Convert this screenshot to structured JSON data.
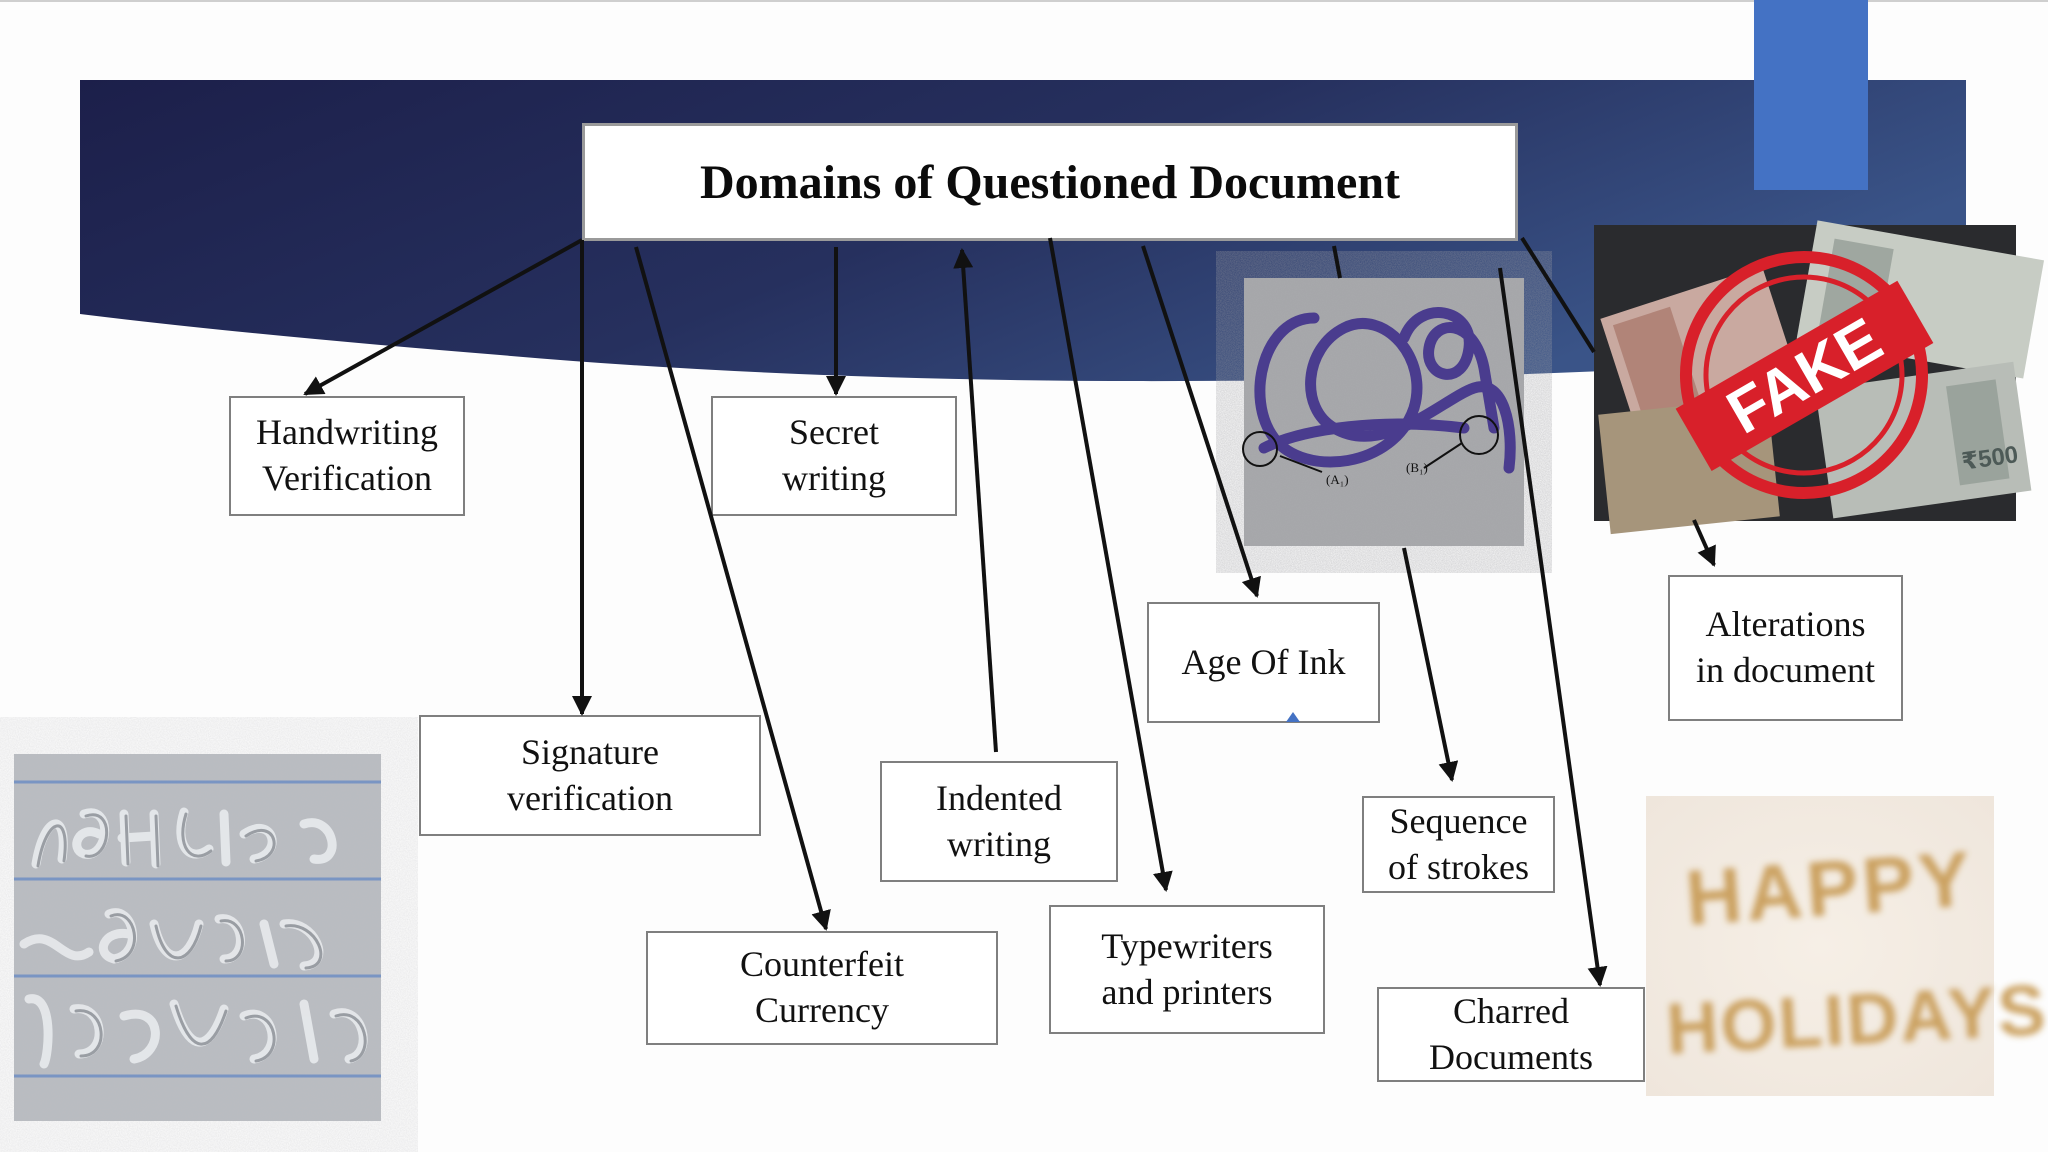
{
  "title": "Domains of Questioned Document",
  "domains": {
    "handwriting": [
      "Handwriting",
      "Verification"
    ],
    "signature": [
      "Signature",
      "verification"
    ],
    "secret": [
      "Secret",
      "writing"
    ],
    "counterfeit": [
      "Counterfeit",
      "Currency"
    ],
    "indented": [
      "Indented",
      "writing"
    ],
    "typewriters": [
      "Typewriters",
      "and printers"
    ],
    "age_of_ink": [
      "Age Of Ink"
    ],
    "sequence": [
      "Sequence",
      "of strokes"
    ],
    "charred": [
      "Charred",
      "Documents"
    ],
    "alterations": [
      "Alterations",
      "in document"
    ]
  },
  "images": {
    "ink_labels": [
      "(A₁)",
      "(B₁)"
    ],
    "fake_stamp": "FAKE",
    "currency_value": "₹500",
    "burnt_text": [
      "HAPPY",
      "HOLIDAYS"
    ]
  },
  "colors": {
    "banner_dark": "#1c1f4a",
    "banner_mid": "#2e3f74",
    "accent_blue": "#4472c4",
    "box_border": "#7f7f7f",
    "arrow": "#111111",
    "ink_purple": "#3a2a8a",
    "stamp_red": "#d8202a"
  }
}
